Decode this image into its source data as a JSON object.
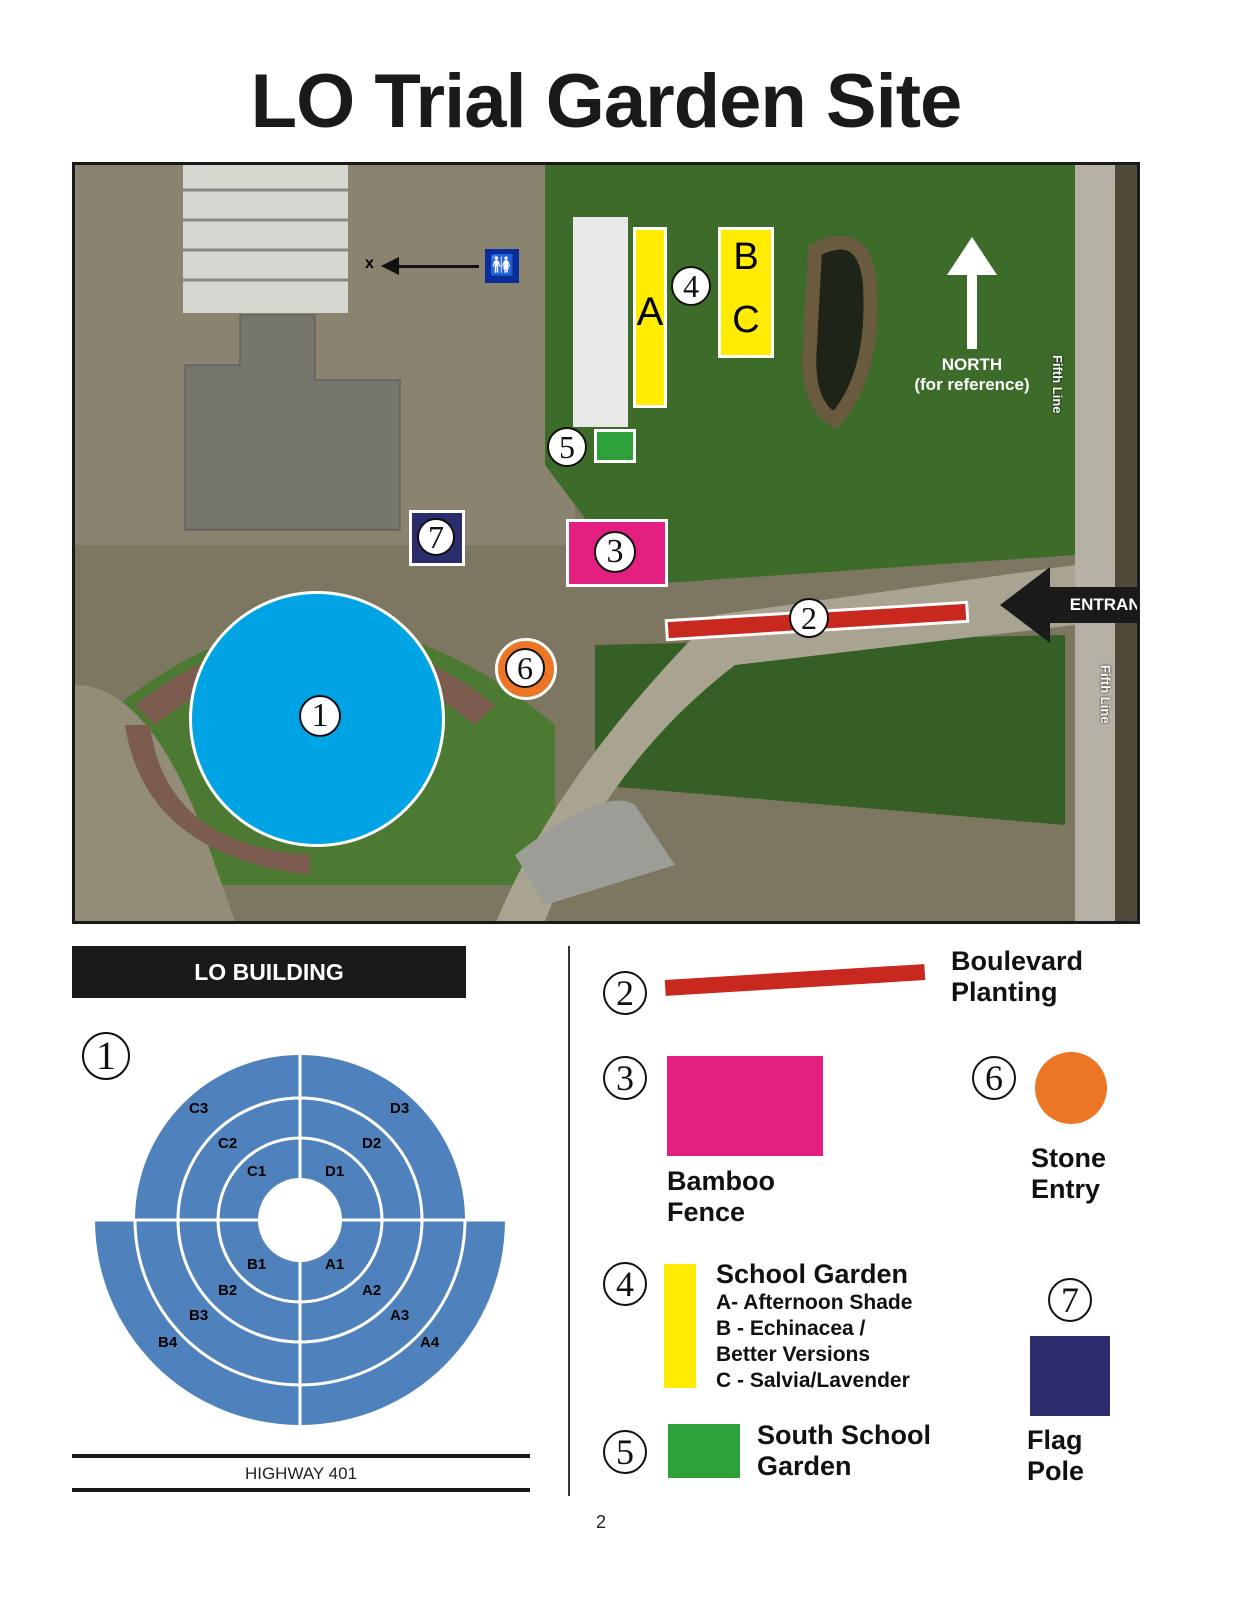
{
  "title": "LO Trial Garden Site",
  "map": {
    "markers": [
      "1",
      "2",
      "3",
      "4",
      "5",
      "6",
      "7"
    ],
    "garden_letters": [
      "A",
      "B",
      "C"
    ],
    "restroom_arrow_label": "x",
    "north_label": "NORTH",
    "north_sub": "(for reference)",
    "entrance_label": "ENTRANCE",
    "road_label": "Fifth Line"
  },
  "building": {
    "header": "LO BUILDING",
    "marker": "1",
    "highway": "HIGHWAY 401",
    "beds": [
      "C3",
      "C2",
      "C1",
      "D3",
      "D2",
      "D1",
      "B1",
      "B2",
      "B3",
      "B4",
      "A1",
      "A2",
      "A3",
      "A4"
    ]
  },
  "legend": {
    "boulevard": {
      "num": "2",
      "label1": "Boulevard",
      "label2": "Planting"
    },
    "bamboo": {
      "num": "3",
      "label1": "Bamboo",
      "label2": "Fence"
    },
    "stone": {
      "num": "6",
      "label1": "Stone",
      "label2": "Entry"
    },
    "school": {
      "num": "4",
      "label": "School Garden",
      "items": [
        "A- Afternoon Shade",
        "B - Echinacea /",
        "Better Versions",
        "C - Salvia/Lavender"
      ]
    },
    "south": {
      "num": "5",
      "label1": "South School",
      "label2": "Garden"
    },
    "flag": {
      "num": "7",
      "label1": "Flag",
      "label2": "Pole"
    }
  },
  "colors": {
    "ring": "#00a3e4",
    "boulevard": "#c8281e",
    "bamboo": "#e3207f",
    "school": "#ffec00",
    "south": "#2ea03a",
    "stone": "#ec7625",
    "flag": "#2b2c6b",
    "beds": "#4f82bd"
  },
  "page_number": "2"
}
